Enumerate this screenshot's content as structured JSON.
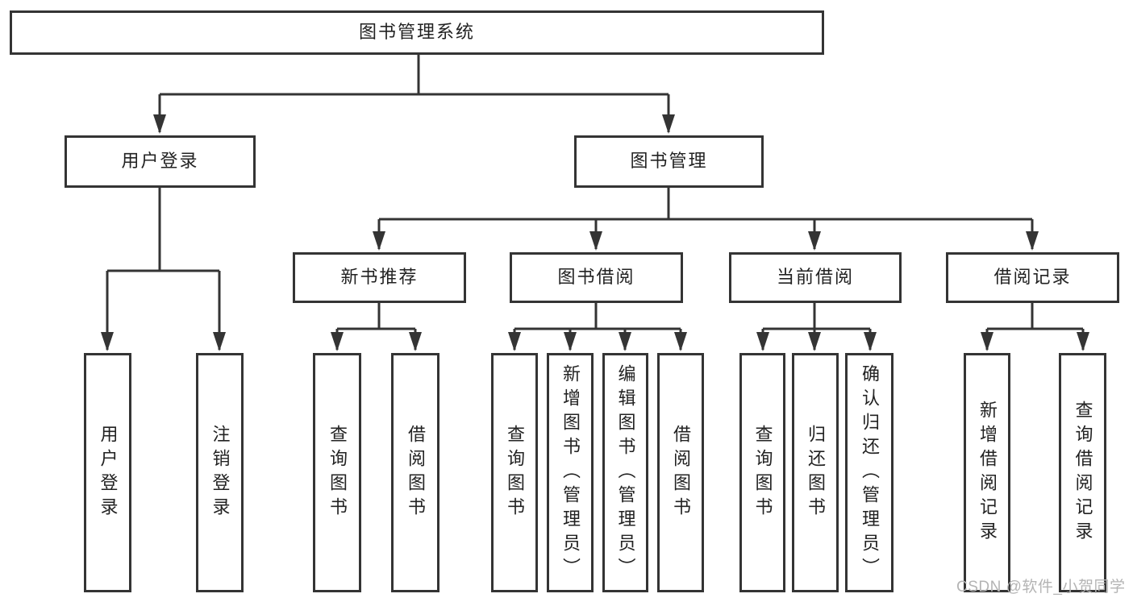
{
  "tree": {
    "root": {
      "label": "图书管理系统",
      "children": [
        {
          "label": "用户登录",
          "children": [
            {
              "label": "用户登录"
            },
            {
              "label": "注销登录"
            }
          ]
        },
        {
          "label": "图书管理",
          "children": [
            {
              "label": "新书推荐",
              "children": [
                {
                  "label": "查询图书"
                },
                {
                  "label": "借阅图书"
                }
              ]
            },
            {
              "label": "图书借阅",
              "children": [
                {
                  "label": "查询图书"
                },
                {
                  "label": "新增图书（管理员）"
                },
                {
                  "label": "编辑图书（管理员）"
                },
                {
                  "label": "借阅图书"
                }
              ]
            },
            {
              "label": "当前借阅",
              "children": [
                {
                  "label": "查询图书"
                },
                {
                  "label": "归还图书"
                },
                {
                  "label": "确认归还（管理员）"
                }
              ]
            },
            {
              "label": "借阅记录",
              "children": [
                {
                  "label": "新增借阅记录"
                },
                {
                  "label": "查询借阅记录"
                }
              ]
            }
          ]
        }
      ]
    }
  },
  "watermark": {
    "text": "CSDN @软件_小贺同学"
  },
  "colors": {
    "line": "#343434",
    "box_border": "#343434",
    "text": "#222222",
    "background": "#ffffff",
    "watermark": "#b4b4b4"
  }
}
